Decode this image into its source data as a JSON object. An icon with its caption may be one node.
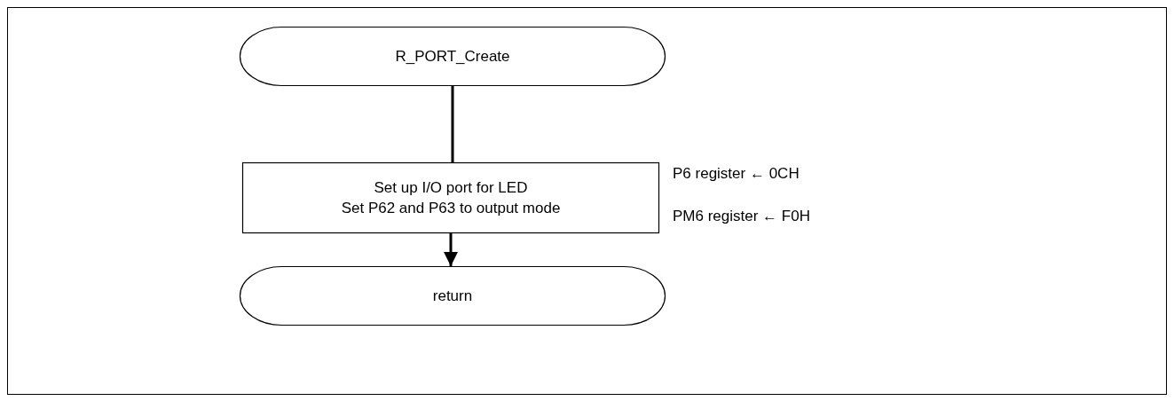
{
  "diagram": {
    "nodes": [
      {
        "text": [
          "R_PORT_Create"
        ]
      },
      {
        "text": [
          "Set up I/O port for LED",
          "Set P62 and P63 to output mode"
        ],
        "beside": [
          "P6 register ← 0CH",
          "PM6 register ← F0H"
        ]
      },
      {
        "text": [
          "return"
        ]
      }
    ],
    "edges": [
      {
        "from": 0,
        "to": 1,
        "arrow": "none"
      },
      {
        "from": 1,
        "to": 2,
        "arrow": "to"
      }
    ]
  }
}
